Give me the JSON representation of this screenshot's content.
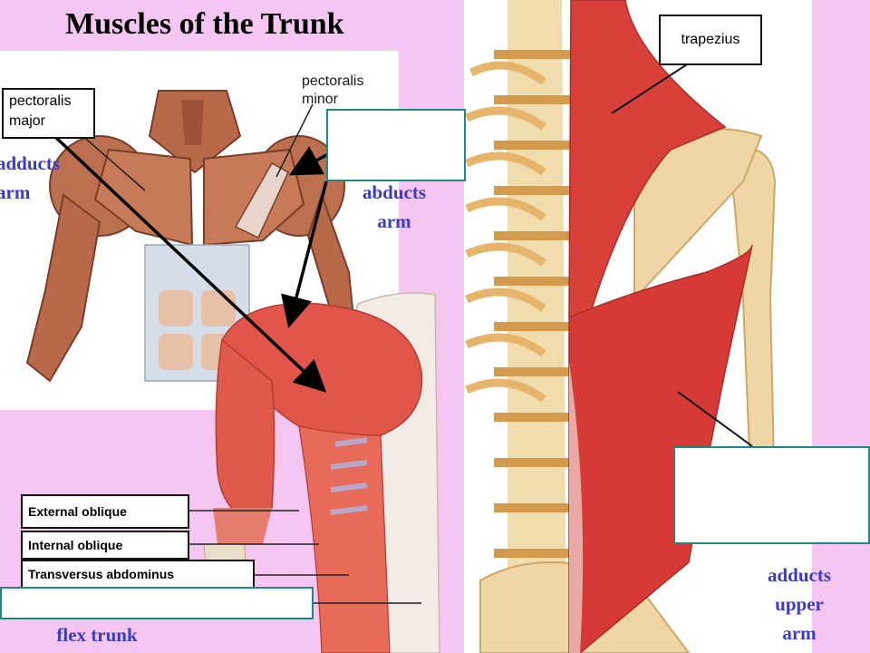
{
  "title": "Muscles of the Trunk",
  "labels": {
    "pectoralis_major": "pectoralis\nmajor",
    "pectoralis_minor": "pectoralis\nminor",
    "trapezius": "trapezius",
    "external_oblique": "External oblique",
    "internal_oblique": "Internal oblique",
    "transversus_abdominus": "Transversus abdominus"
  },
  "actions": {
    "adducts_arm": "adducts\narm",
    "abducts_arm": "abducts\narm",
    "adducts_upper_arm": "adducts\nupper\narm",
    "flex_trunk": "flex trunk"
  },
  "colors": {
    "background": "#f6c6f2",
    "action_text": "#3b3bc4",
    "blank_box_border": "#1c8a84",
    "muscle_brown": "#b8694a",
    "muscle_red": "#d9403a",
    "bone": "#e3b06a"
  }
}
